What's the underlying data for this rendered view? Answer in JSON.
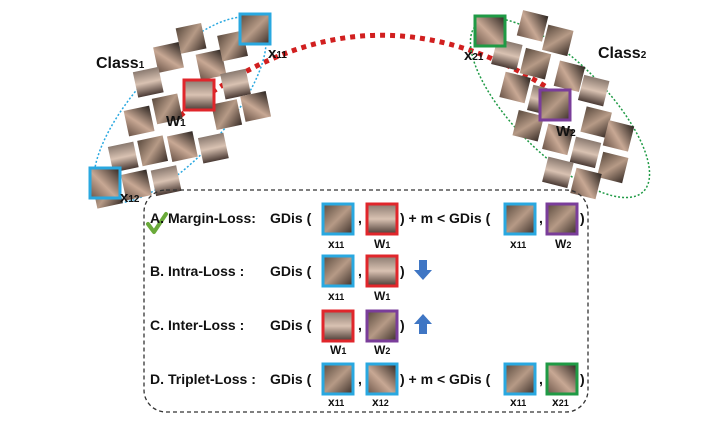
{
  "classes": [
    {
      "label_main": "Class",
      "label_sub": "1"
    },
    {
      "label_main": "Class",
      "label_sub": "2"
    }
  ],
  "cluster_labels": {
    "x11": {
      "main": "x",
      "sub": "11"
    },
    "x12": {
      "main": "x",
      "sub": "12"
    },
    "w1": {
      "main": "W",
      "sub": "1"
    },
    "x21": {
      "main": "x",
      "sub": "21"
    },
    "w2": {
      "main": "W",
      "sub": "2"
    }
  },
  "rows": [
    {
      "letter": "A.",
      "name": "Margin-Loss:",
      "gdis1": "GDis (",
      "comma1": ",",
      "tail": ") + m < GDis (",
      "comma2": ",",
      "close2": ")",
      "face_labels": [
        {
          "main": "x",
          "sub": "11"
        },
        {
          "main": "W",
          "sub": "1"
        },
        {
          "main": "x",
          "sub": "11"
        },
        {
          "main": "W",
          "sub": "2"
        }
      ]
    },
    {
      "letter": "B.",
      "name": "Intra-Loss :",
      "gdis1": "GDis (",
      "comma1": ",",
      "tail": ")",
      "face_labels": [
        {
          "main": "x",
          "sub": "11"
        },
        {
          "main": "W",
          "sub": "1"
        }
      ],
      "arrow": "down"
    },
    {
      "letter": "C.",
      "name": "Inter-Loss :",
      "gdis1": "GDis (",
      "comma1": ",",
      "tail": ")",
      "face_labels": [
        {
          "main": "W",
          "sub": "1"
        },
        {
          "main": "W",
          "sub": "2"
        }
      ],
      "arrow": "up"
    },
    {
      "letter": "D.",
      "name": "Triplet-Loss :",
      "gdis1": "GDis (",
      "comma1": ",",
      "tail": ") + m < GDis (",
      "comma2": ",",
      "close2": ")",
      "face_labels": [
        {
          "main": "x",
          "sub": "11"
        },
        {
          "main": "x",
          "sub": "12"
        },
        {
          "main": "x",
          "sub": "11"
        },
        {
          "main": "x",
          "sub": "21"
        }
      ]
    }
  ],
  "colors": {
    "x11_frame": "#29a8e0",
    "w1_frame": "#e0262b",
    "w2_frame": "#7a3d9a",
    "x21_frame": "#1f9a45",
    "ellipse_left": "#29a8e0",
    "ellipse_right": "#1f9a45",
    "dotted_arc": "#d11f1f",
    "arrow": "#3f76c4",
    "check": "#6aaa3a"
  }
}
